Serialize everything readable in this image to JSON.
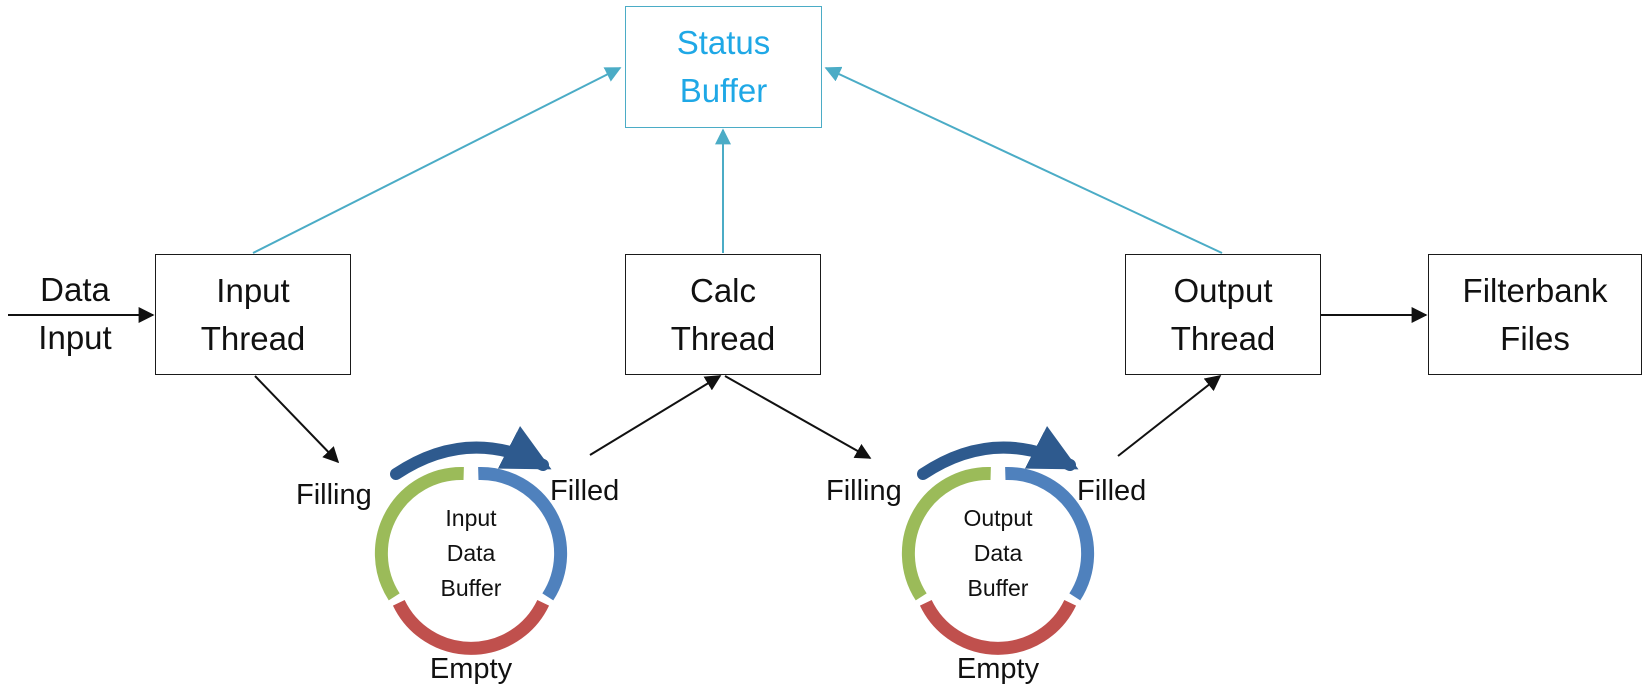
{
  "nodes": {
    "status_buffer": {
      "line1": "Status",
      "line2": "Buffer"
    },
    "input_thread": {
      "line1": "Input",
      "line2": "Thread"
    },
    "calc_thread": {
      "line1": "Calc",
      "line2": "Thread"
    },
    "output_thread": {
      "line1": "Output",
      "line2": "Thread"
    },
    "filterbank_files": {
      "line1": "Filterbank",
      "line2": "Files"
    }
  },
  "data_input": {
    "line1": "Data",
    "line2": "Input"
  },
  "input_data_buffer": {
    "line1": "Input",
    "line2": "Data",
    "line3": "Buffer",
    "filling_label": "Filling",
    "filled_label": "Filled",
    "empty_label": "Empty"
  },
  "output_data_buffer": {
    "line1": "Output",
    "line2": "Data",
    "line3": "Buffer",
    "filling_label": "Filling",
    "filled_label": "Filled",
    "empty_label": "Empty"
  },
  "colors": {
    "status_edge": "#4bacc6",
    "status_text": "#1fa8e6",
    "filling_segment": "#9bbb59",
    "filled_segment": "#4f81bd",
    "empty_segment": "#c0504d",
    "rotation_arrow": "#2e5a8e",
    "flow_arrow": "#111111"
  }
}
